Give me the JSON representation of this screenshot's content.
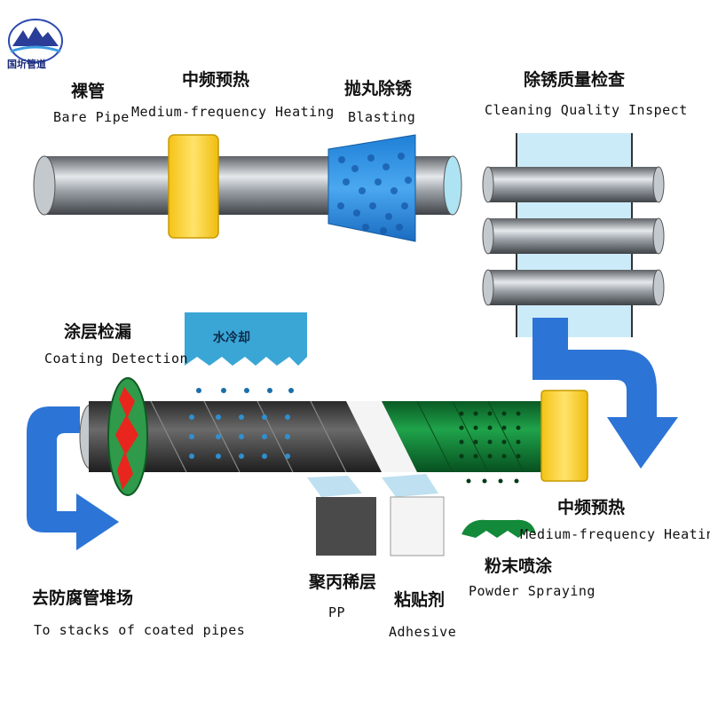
{
  "logo": {
    "text": "国圻管道"
  },
  "labels": {
    "bare_pipe_zh": "裸管",
    "bare_pipe_en": "Bare Pipe",
    "mf_heating_zh": "中频预热",
    "mf_heating_en": "Medium-frequency Heating",
    "blasting_zh": "抛丸除锈",
    "blasting_en": "Blasting",
    "cleaning_zh": "除锈质量检查",
    "cleaning_en": "Cleaning Quality Inspect",
    "water_cooling_zh": "水冷却",
    "coating_det_zh": "涂层检漏",
    "coating_det_en": "Coating Detection",
    "mf_heating2_zh": "中频预热",
    "mf_heating2_en": "Medium-frequency Heating",
    "powder_zh": "粉末喷涂",
    "powder_en": "Powder Spraying",
    "adhesive_zh": "粘贴剂",
    "adhesive_en": "Adhesive",
    "pp_zh": "聚丙稀层",
    "pp_en": "PP",
    "stacks_zh": "去防腐管堆场",
    "stacks_en": "To stacks of coated pipes"
  },
  "colors": {
    "pipe": "#8a8f95",
    "pipe_light": "#d4d8dc",
    "heater_yellow": "#f8d22e",
    "blasting_blue": "#2d8fe0",
    "arrow_blue": "#2c74d6",
    "water_box": "#3aa6d6",
    "green_coat": "#138a3a",
    "detector_green": "#2f9a4a",
    "detector_red": "#e8261e",
    "pp_block": "#4a4a4a"
  }
}
